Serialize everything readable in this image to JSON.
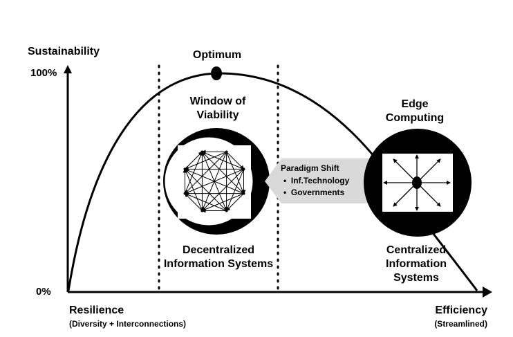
{
  "y_axis": {
    "title": "Sustainability",
    "max_label": "100%",
    "min_label": "0%"
  },
  "x_axis": {
    "left_label": "Resilience",
    "left_sublabel": "(Diversity + Interconnections)",
    "right_label": "Efficiency",
    "right_sublabel": "(Streamlined)"
  },
  "optimum_label": "Optimum",
  "window_label": "Window of Viability",
  "edge_label": "Edge Computing",
  "decentralized_label": "Decentralized Information Systems",
  "centralized_label": "Centralized Information Systems",
  "paradigm_shift": {
    "title": "Paradigm Shift",
    "bullets": [
      "Inf.Technology",
      "Governments"
    ]
  },
  "colors": {
    "ink": "#000000",
    "arrow_fill": "#d9d9d9",
    "background": "#ffffff"
  }
}
